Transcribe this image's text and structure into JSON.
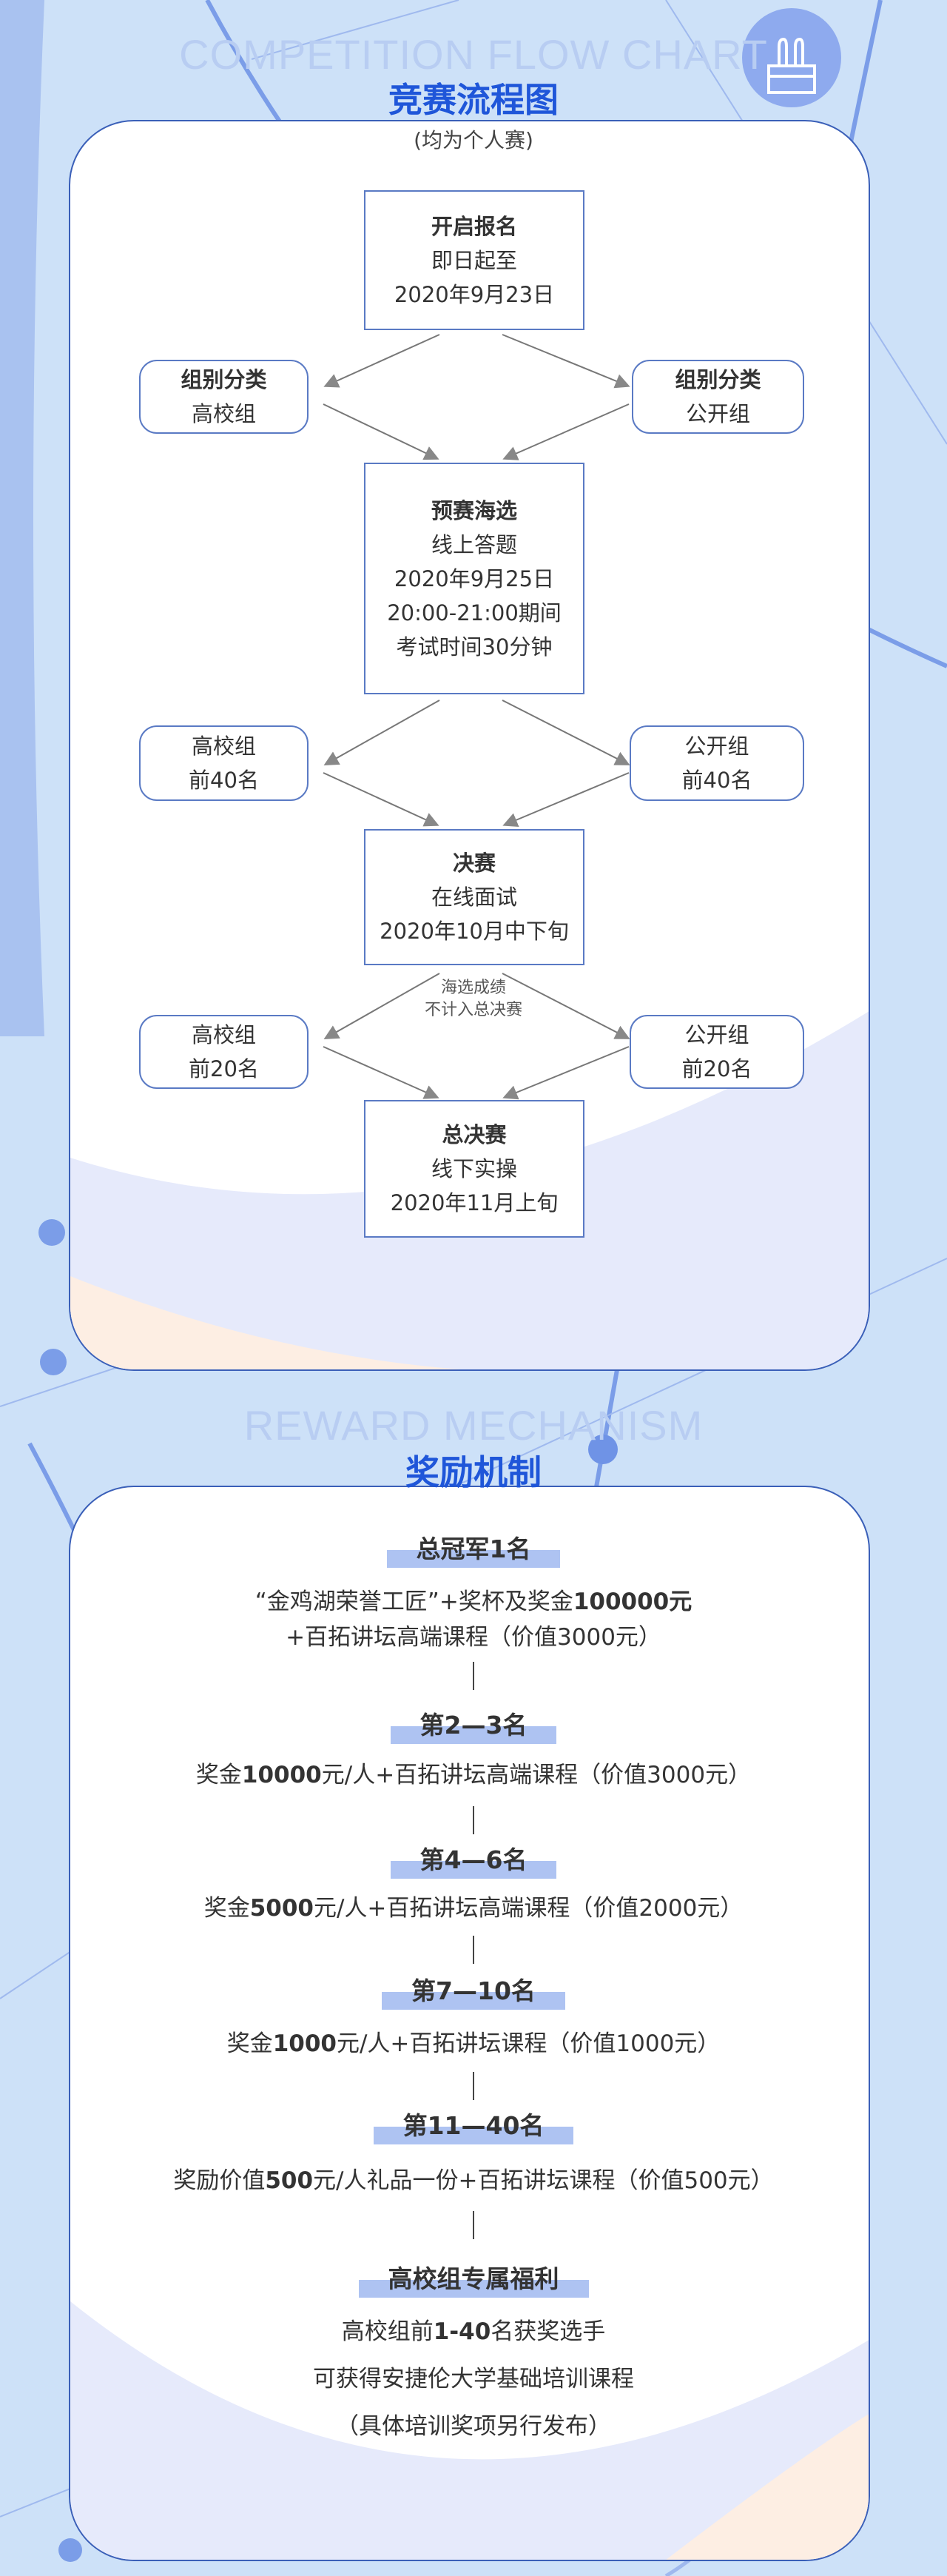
{
  "header": {
    "icon": "trophy-toolbox-icon"
  },
  "flow": {
    "watermark": "COMPETITION FLOW CHART",
    "title": "竞赛流程图",
    "subtitle": "(均为个人赛)",
    "stage1": {
      "title": "开启报名",
      "lines": [
        "即日起至",
        "2020年9月23日"
      ]
    },
    "split1": {
      "left": {
        "title": "组别分类",
        "line": "高校组"
      },
      "right": {
        "title": "组别分类",
        "line": "公开组"
      }
    },
    "stage2": {
      "title": "预赛海选",
      "lines": [
        "线上答题",
        "2020年9月25日",
        "20:00-21:00期间",
        "考试时间30分钟"
      ]
    },
    "split2": {
      "left": [
        "高校组",
        "前40名"
      ],
      "right": [
        "公开组",
        "前40名"
      ]
    },
    "stage3": {
      "title": "决赛",
      "lines": [
        "在线面试",
        "2020年10月中下旬"
      ]
    },
    "note": [
      "海选成绩",
      "不计入总决赛"
    ],
    "split3": {
      "left": [
        "高校组",
        "前20名"
      ],
      "right": [
        "公开组",
        "前20名"
      ]
    },
    "stage4": {
      "title": "总决赛",
      "lines": [
        "线下实操",
        "2020年11月上旬"
      ]
    }
  },
  "reward": {
    "watermark": "REWARD MECHANISM",
    "title": "奖励机制",
    "tiers": [
      {
        "rank": "总冠军1名",
        "lines": [
          {
            "pre": "“金鸡湖荣誉工匠”+奖杯及奖金",
            "bold": "100000元",
            "post": ""
          },
          {
            "pre": "+百拓讲坛高端课程（价值3000元）",
            "bold": "",
            "post": ""
          }
        ]
      },
      {
        "rank": "第2—3名",
        "lines": [
          {
            "pre": "奖金",
            "bold": "10000",
            "post": "元/人+百拓讲坛高端课程（价值3000元）"
          }
        ]
      },
      {
        "rank": "第4—6名",
        "lines": [
          {
            "pre": "奖金",
            "bold": "5000",
            "post": "元/人+百拓讲坛高端课程（价值2000元）"
          }
        ]
      },
      {
        "rank": "第7—10名",
        "lines": [
          {
            "pre": "奖金",
            "bold": "1000",
            "post": "元/人+百拓讲坛课程（价值1000元）"
          }
        ]
      },
      {
        "rank": "第11—40名",
        "lines": [
          {
            "pre": "奖励价值",
            "bold": "500",
            "post": "元/人礼品一份+百拓讲坛课程（价值500元）"
          }
        ]
      },
      {
        "rank": "高校组专属福利",
        "lines": [
          {
            "pre": "高校组前",
            "bold": "1-40",
            "post": "名获奖选手"
          },
          {
            "pre": "可获得安捷伦大学基础培训课程",
            "bold": "",
            "post": ""
          },
          {
            "pre": "（具体培训奖项另行发布）",
            "bold": "",
            "post": ""
          }
        ]
      }
    ]
  },
  "colors": {
    "accent": "#1f56d9",
    "background": "#cde1f8",
    "highlight": "#aec3f2",
    "border": "#3a5fb8"
  }
}
